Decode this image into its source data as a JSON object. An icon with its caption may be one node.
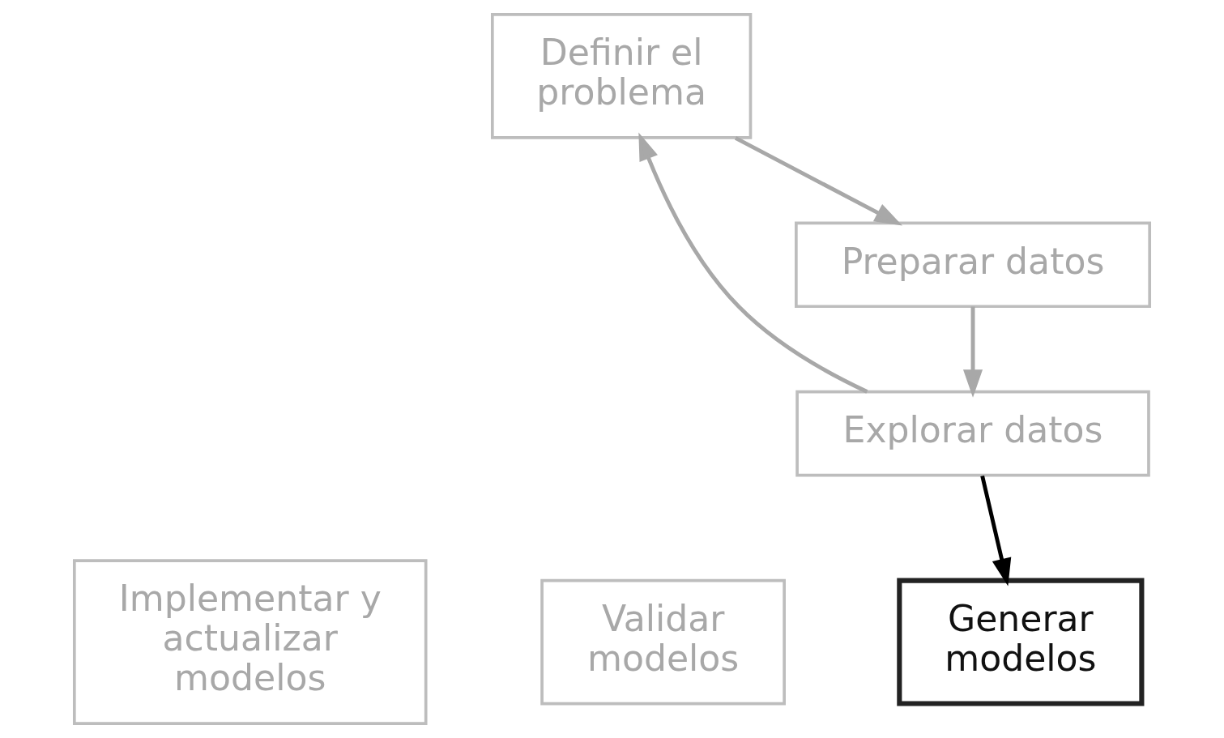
{
  "diagram": {
    "nodes": [
      {
        "text": [
          "Definir el problema"
        ]
      },
      {
        "text": [
          "Preparar datos"
        ]
      },
      {
        "text": [
          "Explorar datos"
        ]
      },
      {
        "text": [
          "Generar modelos"
        ]
      },
      {
        "text": [
          "Validar modelos"
        ]
      },
      {
        "text": [
          "Implementar y actualizar modelos"
        ]
      }
    ],
    "edges": [
      {
        "from": 0,
        "to": 1,
        "arrow": "to"
      },
      {
        "from": 1,
        "to": 2,
        "arrow": "to"
      },
      {
        "from": 2,
        "to": 0,
        "arrow": "to"
      },
      {
        "from": 2,
        "to": 3,
        "arrow": "to",
        "color": "#000000"
      }
    ]
  }
}
